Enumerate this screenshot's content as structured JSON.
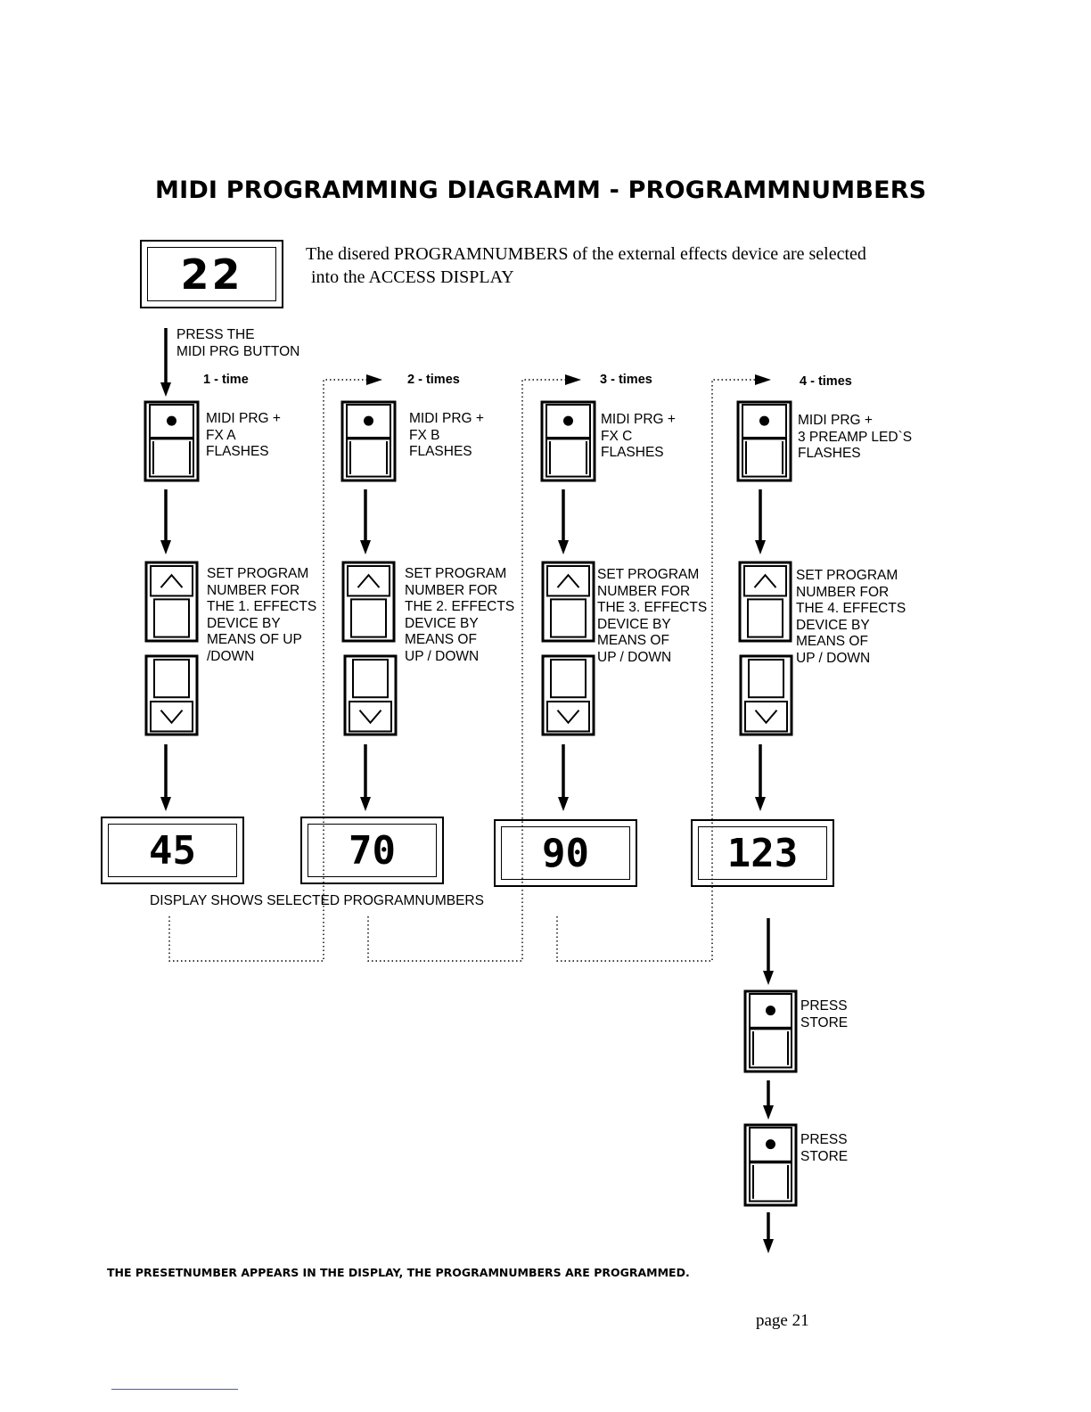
{
  "title": "MIDI PROGRAMMING DIAGRAMM - PROGRAMMNUMBERS",
  "intro": {
    "line1": "The disered PROGRAMNUMBERS of the external effects device are selected",
    "line2": "into the ACCESS DISPLAY",
    "display_value": "22"
  },
  "press_label": {
    "line1": "PRESS THE",
    "line2": "MIDI PRG BUTTON"
  },
  "columns": [
    {
      "times": "1 - time",
      "flash": [
        "MIDI PRG +",
        "FX A",
        "FLASHES"
      ],
      "set": [
        "SET PROGRAM",
        "NUMBER FOR",
        "THE 1. EFFECTS",
        "DEVICE BY",
        "MEANS OF UP",
        "/DOWN"
      ],
      "display": "45"
    },
    {
      "times": "2 - times",
      "flash": [
        "MIDI PRG +",
        "FX B",
        "FLASHES"
      ],
      "set": [
        "SET PROGRAM",
        "NUMBER FOR",
        "THE 2. EFFECTS",
        "DEVICE BY",
        "MEANS OF",
        "UP / DOWN"
      ],
      "display": "70"
    },
    {
      "times": "3 - times",
      "flash": [
        "MIDI PRG +",
        "FX C",
        "FLASHES"
      ],
      "set": [
        "SET PROGRAM",
        "NUMBER FOR",
        "THE 3. EFFECTS",
        "DEVICE BY",
        "MEANS OF",
        "UP / DOWN"
      ],
      "display": "90"
    },
    {
      "times": "4 - times",
      "flash": [
        "MIDI PRG +",
        "3 PREAMP LED`S",
        "FLASHES"
      ],
      "set": [
        "SET PROGRAM",
        "NUMBER FOR",
        "THE 4. EFFECTS",
        "DEVICE BY",
        "MEANS OF",
        "UP / DOWN"
      ],
      "display": "123"
    }
  ],
  "display_caption": "DISPLAY SHOWS SELECTED PROGRAMNUMBERS",
  "store_steps": [
    {
      "label": [
        "PRESS",
        "STORE"
      ]
    },
    {
      "label": [
        "PRESS",
        "STORE"
      ]
    }
  ],
  "footer": "THE PRESETNUMBER APPEARS IN THE DISPLAY, THE PROGRAMNUMBERS ARE PROGRAMMED.",
  "page_number": "page 21"
}
